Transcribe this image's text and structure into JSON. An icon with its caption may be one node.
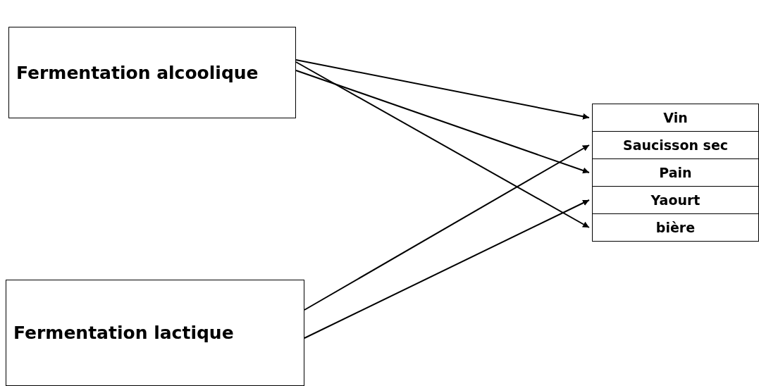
{
  "diagram": {
    "nodes": [
      {
        "text": [
          "Fermentation alcoolique"
        ]
      },
      {
        "text": [
          "Vin"
        ]
      },
      {
        "text": [
          "Saucisson sec"
        ]
      },
      {
        "text": [
          "Pain"
        ]
      },
      {
        "text": [
          "Yaourt"
        ]
      },
      {
        "text": [
          "bière"
        ]
      },
      {
        "text": [
          "Fermentation lactique"
        ]
      }
    ],
    "edges": [
      {
        "from": 0,
        "to": 1,
        "arrow": "to"
      },
      {
        "from": 0,
        "to": 3,
        "arrow": "to"
      },
      {
        "from": 0,
        "to": 5,
        "arrow": "to"
      },
      {
        "from": 6,
        "to": 2,
        "arrow": "to"
      },
      {
        "from": 6,
        "to": 4,
        "arrow": "to"
      }
    ]
  }
}
